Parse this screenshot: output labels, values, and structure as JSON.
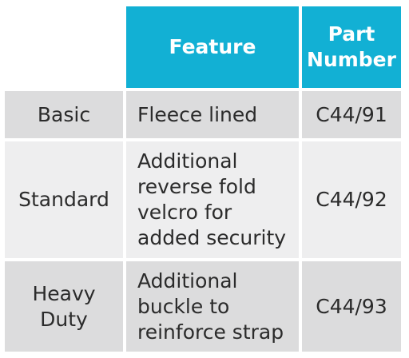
{
  "table": {
    "headers": [
      "",
      "Feature",
      "Part\nNumber"
    ],
    "rows": [
      {
        "model": "Basic",
        "feature": "Fleece lined",
        "part_number": "C44/91"
      },
      {
        "model": "Standard",
        "feature": "Additional\nreverse fold\nvelcro for\nadded security",
        "part_number": "C44/92"
      },
      {
        "model": "Heavy\nDuty",
        "feature": "Additional\nbuckle to\nreinforce strap",
        "part_number": "C44/93"
      }
    ]
  },
  "colors": {
    "header_bg": "#12b0d4",
    "row_bg_dark": "#dcdcdd",
    "row_bg_light": "#eeeeef"
  }
}
